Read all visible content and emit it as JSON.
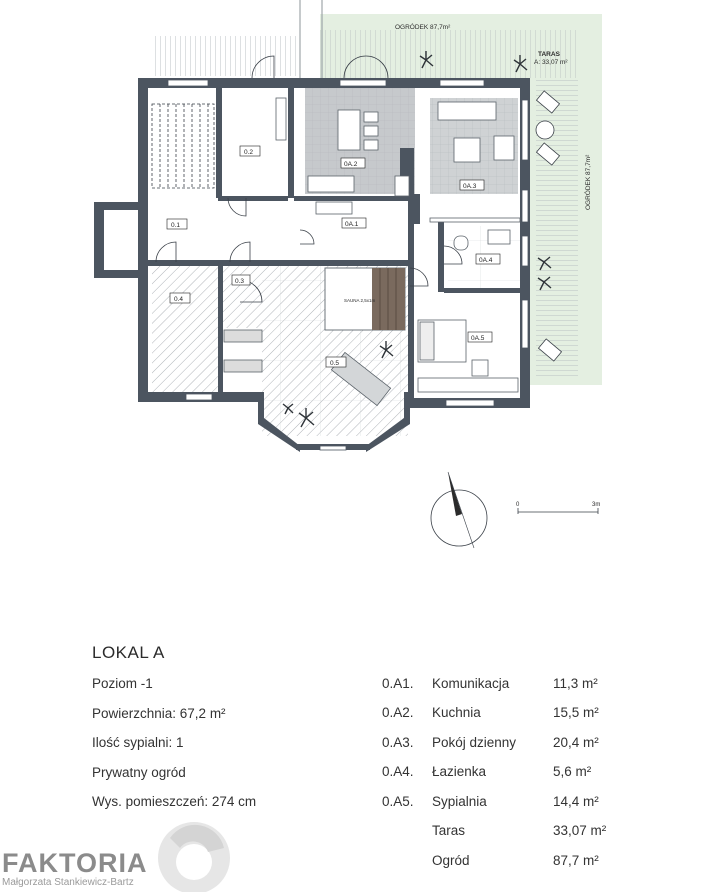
{
  "plan": {
    "garden_top_label": "OGRÓDEK 87,7m²",
    "garden_side_label": "OGRÓDEK 87,7m²",
    "terrace_label_line1": "TARAS",
    "terrace_label_line2": "A: 33,07 m²",
    "rooms": {
      "r02": "0.2",
      "r01": "0.1",
      "r04": "0.4",
      "r03": "0.3",
      "r05": "0.5",
      "a1": "0A.1",
      "a2": "0A.2",
      "a3": "0A.3",
      "a4": "0A.4",
      "a5": "0A.5"
    },
    "sauna_label": "SAUNA 2,5x1m",
    "scale_start": "0",
    "scale_end": "3m",
    "colors": {
      "wall": "#4c5560",
      "garden": "#e4efe1",
      "kitchen_floor": "#c6c9cc",
      "living_rug": "#cfd2d4",
      "sauna_wood": "#7a6a5e"
    }
  },
  "unit": {
    "title": "LOKAL A",
    "level": "Poziom -1",
    "area": "Powierzchnia: 67,2 m²",
    "bedrooms": "Ilość sypialni: 1",
    "garden": "Prywatny ogród",
    "height": "Wys. pomieszczeń: 274 cm"
  },
  "rooms_table": [
    {
      "code": "0.A1.",
      "name": "Komunikacja",
      "area": "11,3 m²"
    },
    {
      "code": "0.A2.",
      "name": "Kuchnia",
      "area": "15,5 m²"
    },
    {
      "code": "0.A3.",
      "name": "Pokój dzienny",
      "area": "20,4 m²"
    },
    {
      "code": "0.A4.",
      "name": "Łazienka",
      "area": "5,6 m²"
    },
    {
      "code": "0.A5.",
      "name": "Sypialnia",
      "area": "14,4 m²"
    },
    {
      "code": "",
      "name": "Taras",
      "area": "33,07 m²"
    },
    {
      "code": "",
      "name": "Ogród",
      "area": "87,7 m²"
    }
  ],
  "brand": {
    "name": "FAKTORIA",
    "subtitle": "Małgorzata Stankiewicz-Bartz"
  }
}
